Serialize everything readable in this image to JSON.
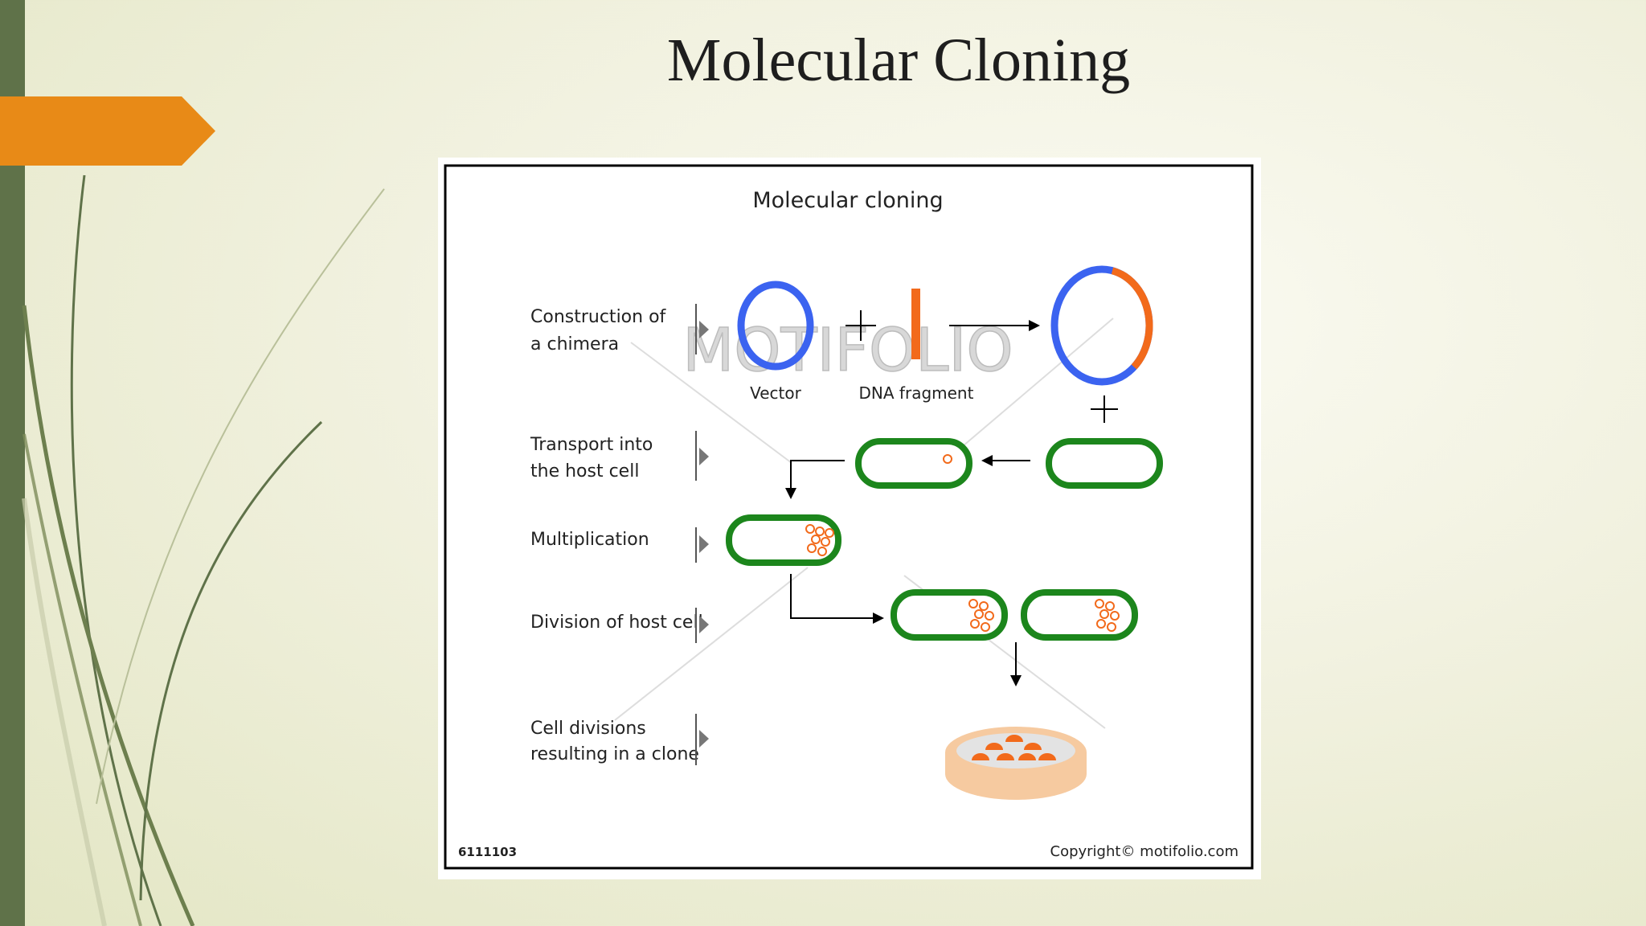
{
  "slide": {
    "title": "Molecular Cloning"
  },
  "figure": {
    "title": "Molecular cloning",
    "steps": [
      {
        "line1": "Construction of",
        "line2": "a chimera"
      },
      {
        "line1": "Transport into",
        "line2": "the host cell"
      },
      {
        "line1": "Multiplication",
        "line2": ""
      },
      {
        "line1": "Division of host cell",
        "line2": ""
      },
      {
        "line1": "Cell divisions",
        "line2": "resulting in a clone"
      }
    ],
    "vector_label": "Vector",
    "fragment_label": "DNA fragment",
    "watermark": "MOTIFOLIO",
    "code": "6111103",
    "copyright": "Copyright© motifolio.com",
    "colors": {
      "vector": "#3b63f0",
      "fragment": "#f26a1b",
      "cell": "#1c861c",
      "dish": "#f6caa0"
    }
  }
}
